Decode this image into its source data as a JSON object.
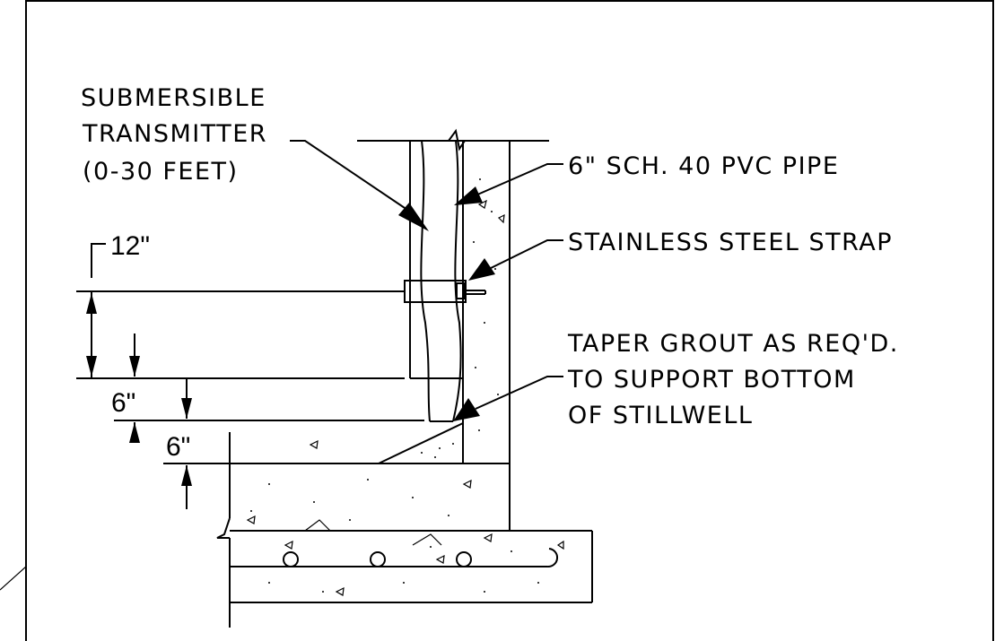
{
  "labels": {
    "transmitter": [
      "SUBMERSIBLE",
      "TRANSMITTER",
      "(0-30 FEET)"
    ],
    "pipe": "6\" SCH. 40 PVC PIPE",
    "strap": "STAINLESS STEEL STRAP",
    "grout": [
      "TAPER GROUT AS REQ'D.",
      "TO SUPPORT BOTTOM",
      "OF STILLWELL"
    ]
  },
  "dimensions": {
    "top": "12\"",
    "middle": "6\"",
    "bottom": "6\""
  },
  "colors": {
    "line": "#000000",
    "background": "#ffffff"
  }
}
